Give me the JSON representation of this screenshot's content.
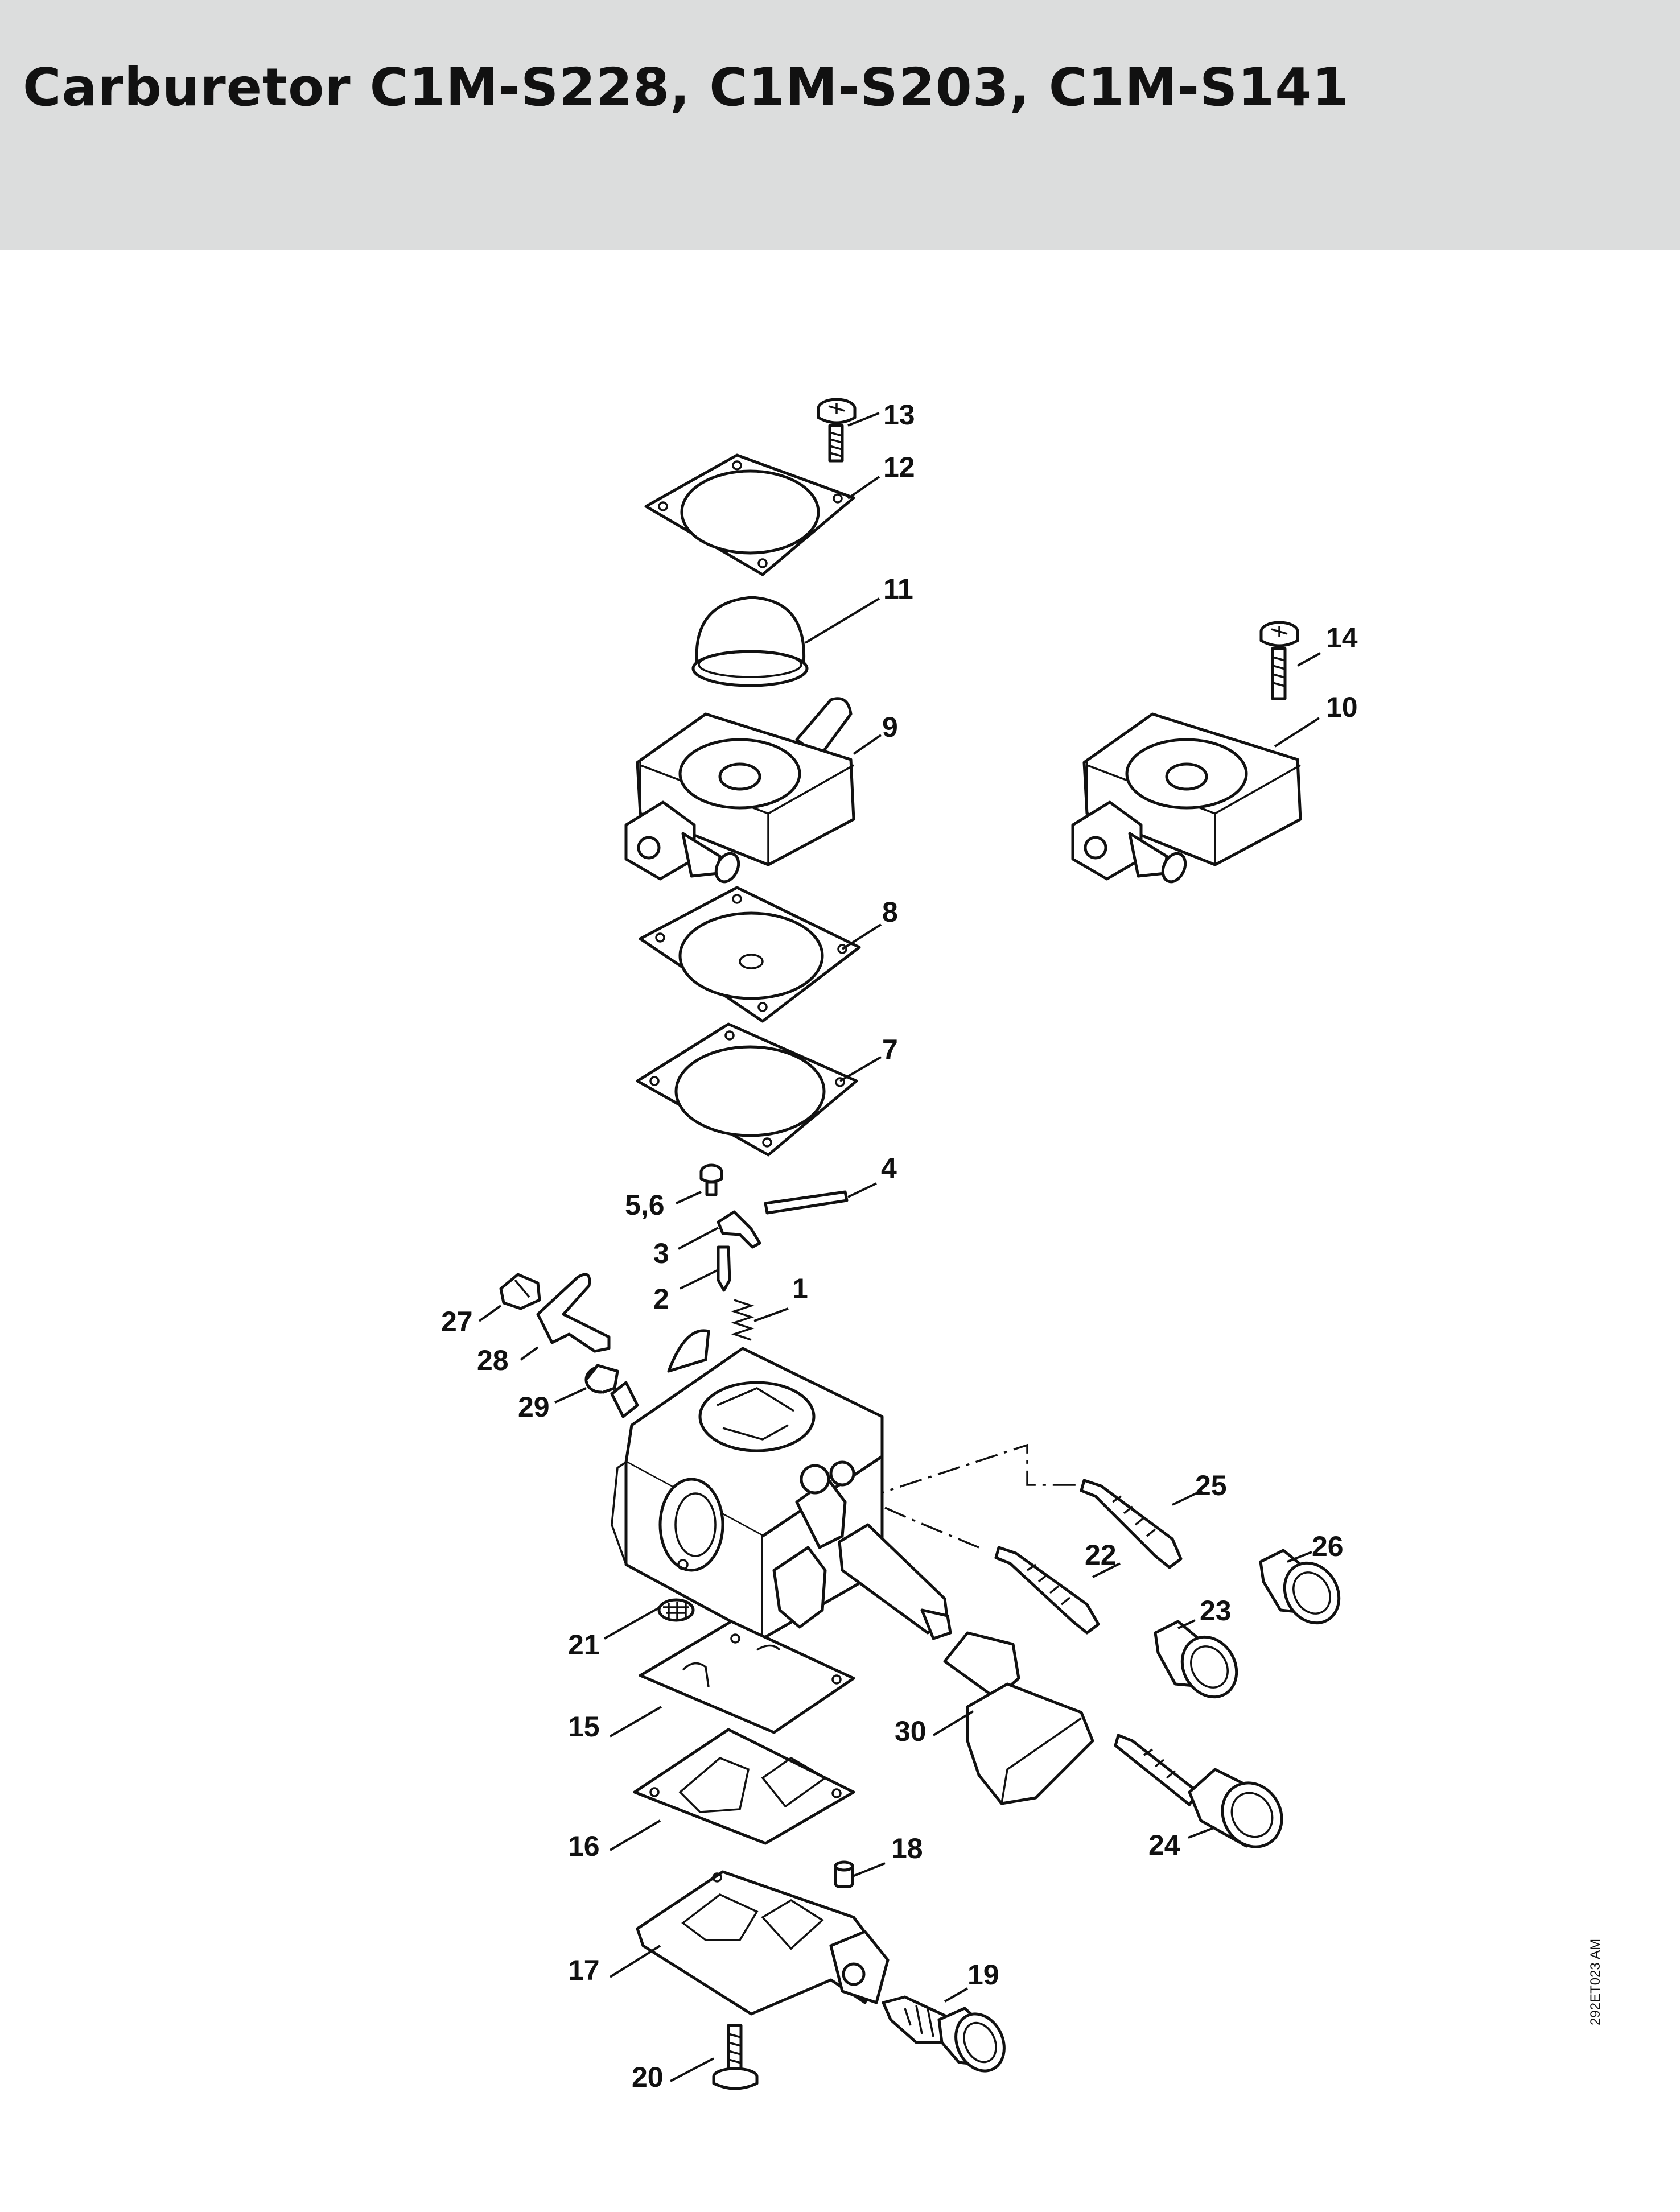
{
  "header": {
    "title": "Carburetor C1M-S228, C1M-S203, C1M-S141"
  },
  "diagram": {
    "drawing_code": "292ET023 AM",
    "callouts": [
      "1",
      "2",
      "3",
      "4",
      "5,6",
      "7",
      "8",
      "9",
      "10",
      "11",
      "12",
      "13",
      "14",
      "15",
      "16",
      "17",
      "18",
      "19",
      "20",
      "21",
      "22",
      "23",
      "24",
      "25",
      "26",
      "27",
      "28",
      "29",
      "30"
    ]
  }
}
